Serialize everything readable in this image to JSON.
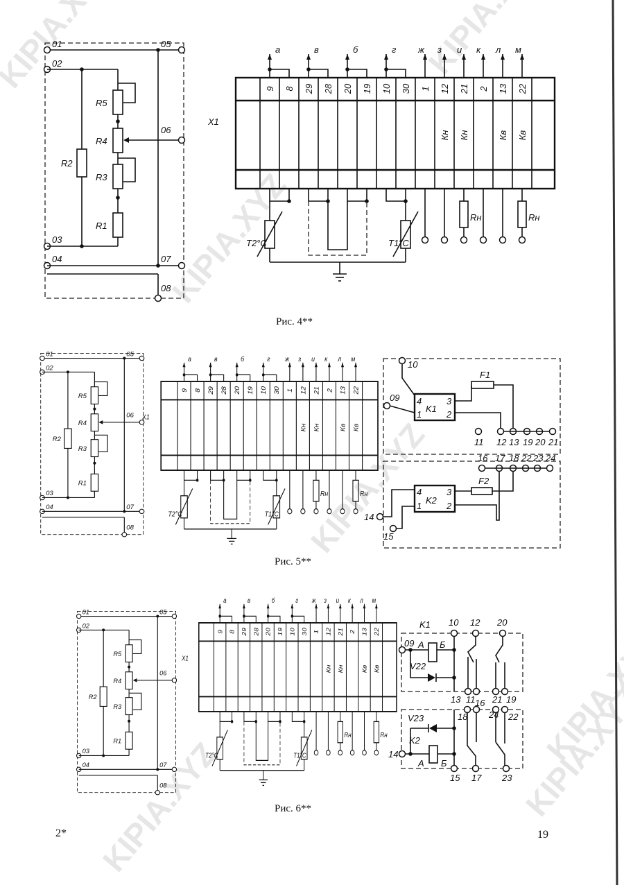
{
  "watermark": "KIPIA.XYZ",
  "figures": [
    {
      "caption": "Рис. 4**"
    },
    {
      "caption": "Рис. 5**"
    },
    {
      "caption": "Рис. 6**"
    }
  ],
  "panel": {
    "terminals": [
      "01",
      "02",
      "03",
      "04",
      "05",
      "06",
      "07",
      "08"
    ],
    "resistors": [
      "R5",
      "R4",
      "R3",
      "R1",
      "R2"
    ]
  },
  "strip": {
    "label": "X1",
    "terminals": [
      "9",
      "8",
      "29",
      "28",
      "20",
      "19",
      "10",
      "30",
      "1",
      "12",
      "21",
      "2",
      "13",
      "22"
    ],
    "outputs": [
      "а",
      "в",
      "б",
      "г",
      "ж",
      "з",
      "и",
      "к",
      "л",
      "м"
    ],
    "column_marks": [
      "Кн",
      "Кн",
      "Кв",
      "Кв"
    ]
  },
  "sensors": {
    "t2": "T2°C",
    "t1": "T1°C",
    "rn": "Rн"
  },
  "fig5_relays": {
    "k1": "K1",
    "k2": "K2",
    "f1": "F1",
    "f2": "F2",
    "pins": [
      "4",
      "3",
      "1",
      "2"
    ],
    "top_inputs": [
      "10",
      "09"
    ],
    "row1": [
      "11",
      "12",
      "13",
      "19",
      "20",
      "21"
    ],
    "row2": [
      "16",
      "17",
      "18",
      "22",
      "23",
      "24"
    ],
    "bottom_inputs": [
      "14",
      "15"
    ]
  },
  "fig6_relays": {
    "k1": "K1",
    "k2": "K2",
    "v22": "V22",
    "v23": "V23",
    "coil_a": "А",
    "coil_b": "Б",
    "k1_top": [
      "10",
      "12",
      "20"
    ],
    "k1_in": "09",
    "k1_bottom": [
      "13",
      "11",
      "21",
      "19"
    ],
    "k2_top": [
      "18",
      "16",
      "24",
      "22"
    ],
    "k2_in": "14",
    "k2_bottom": [
      "15",
      "17",
      "23"
    ]
  },
  "footer": {
    "left": "2*",
    "right": "19"
  }
}
